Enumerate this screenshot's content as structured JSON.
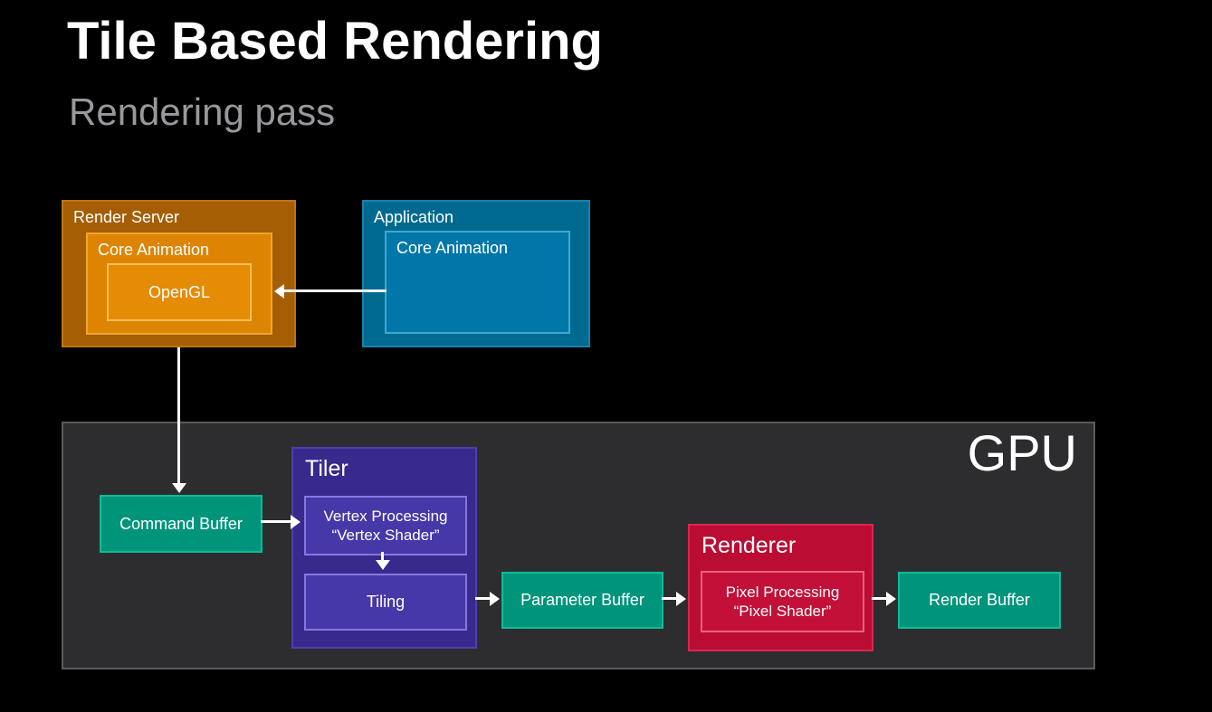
{
  "slide": {
    "title": "Tile Based Rendering",
    "subtitle": "Rendering pass"
  },
  "boxes": {
    "render_server": {
      "label": "Render Server"
    },
    "render_server_core_animation": {
      "label": "Core Animation"
    },
    "opengl": {
      "label": "OpenGL"
    },
    "application": {
      "label": "Application"
    },
    "application_core_animation": {
      "label": "Core Animation"
    },
    "gpu": {
      "label": "GPU"
    },
    "command_buffer": {
      "label": "Command Buffer"
    },
    "tiler": {
      "label": "Tiler"
    },
    "vertex_processing": {
      "line1": "Vertex Processing",
      "line2": "“Vertex Shader”"
    },
    "tiling": {
      "label": "Tiling"
    },
    "parameter_buffer": {
      "label": "Parameter Buffer"
    },
    "renderer": {
      "label": "Renderer"
    },
    "pixel_processing": {
      "line1": "Pixel Processing",
      "line2": "“Pixel Shader”"
    },
    "render_buffer": {
      "label": "Render Buffer"
    }
  },
  "colors": {
    "background": "#000000",
    "title_text": "#FFFFFF",
    "subtitle_text": "#98989D",
    "orange_outer": "#A55E04",
    "orange_inner": "#DD8503",
    "orange_highlight_border": "#FFBE55",
    "teal_outer": "#00698F",
    "teal_inner": "#0077A8",
    "teal_border": "#3BAACF",
    "gpu_fill": "#2D2D2F",
    "gpu_border": "#5A5A5C",
    "green_fill": "#00947B",
    "green_border": "#08BD99",
    "purple_outer": "#38298C",
    "purple_inner": "#4638A8",
    "purple_border": "#8478DE",
    "red_outer": "#BB0D33",
    "red_inner": "#C31038",
    "red_border": "#EF6081",
    "arrow": "#FFFFFF"
  }
}
